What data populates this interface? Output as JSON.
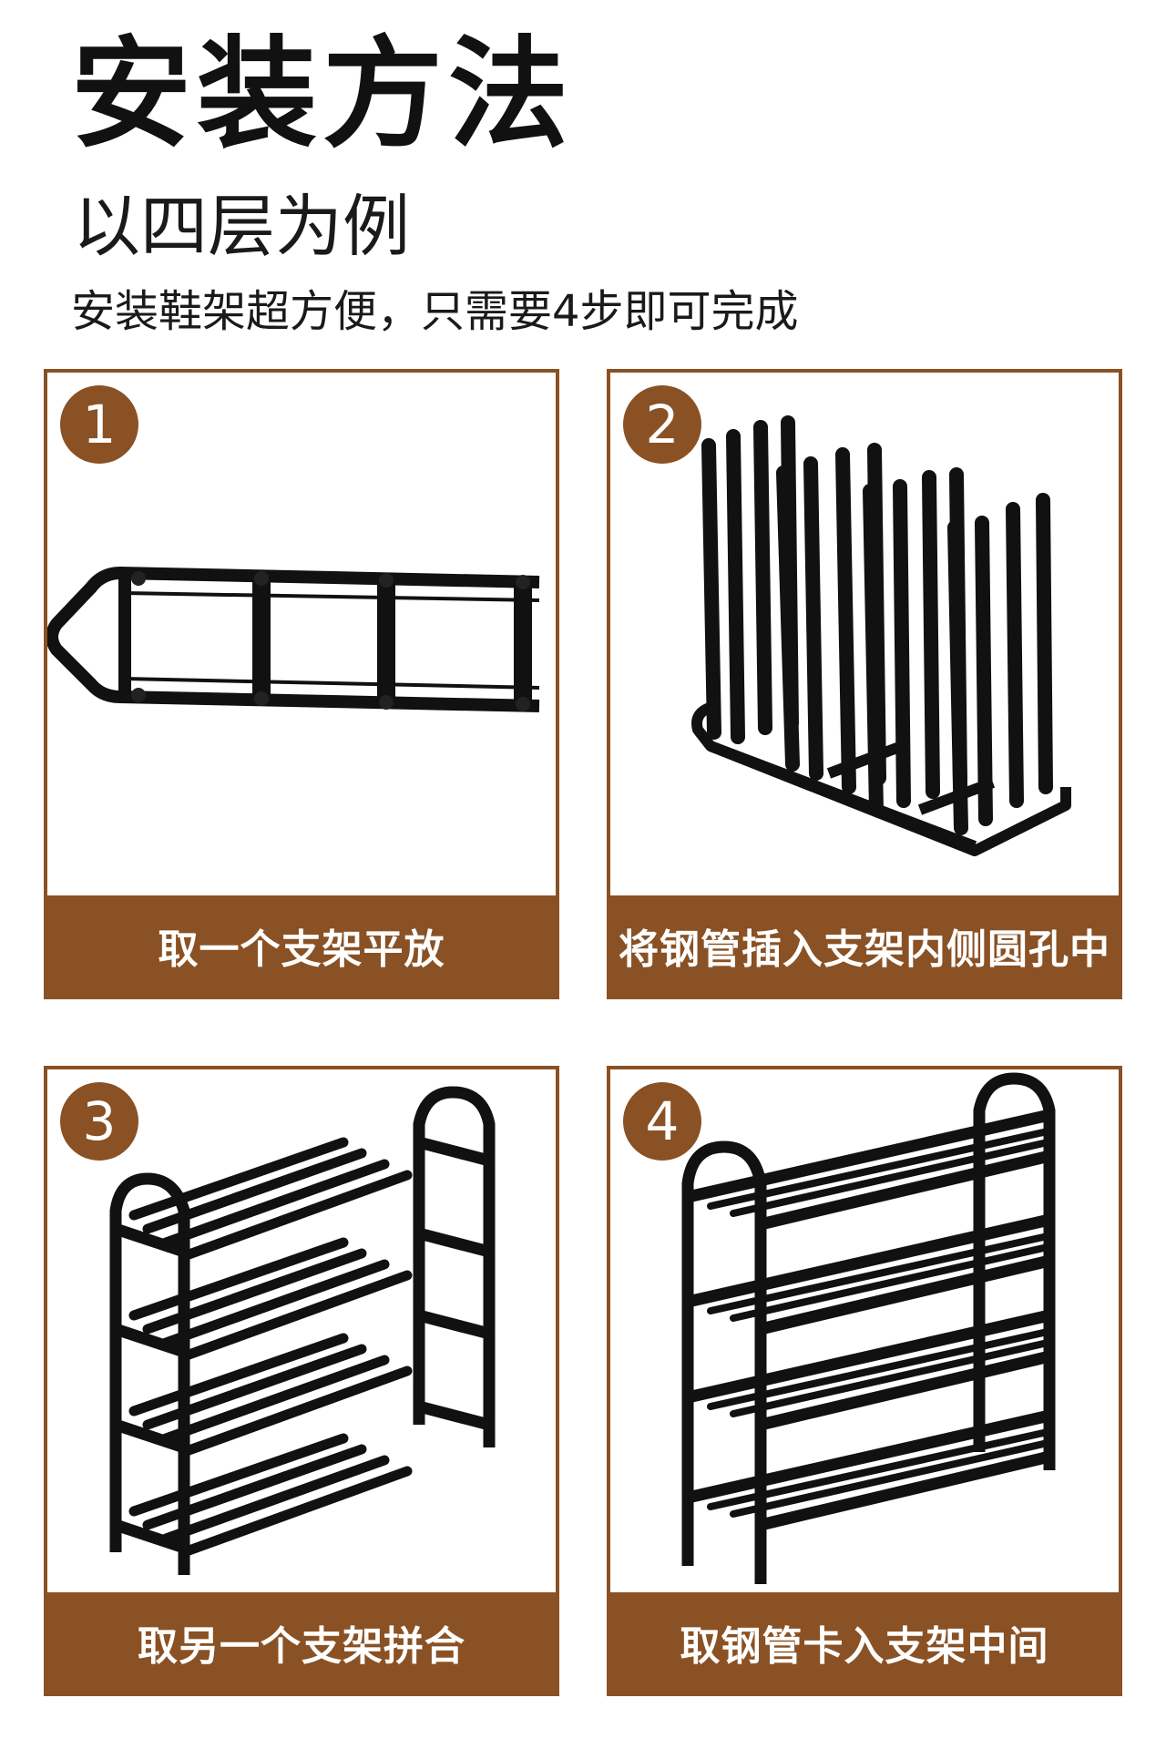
{
  "header": {
    "title": "安装方法",
    "subtitle": "以四层为例",
    "description": "安装鞋架超方便，只需要4步即可完成"
  },
  "steps": [
    {
      "number": "1",
      "caption": "取一个支架平放"
    },
    {
      "number": "2",
      "caption": "将钢管插入支架内侧圆孔中"
    },
    {
      "number": "3",
      "caption": "取另一个支架拼合"
    },
    {
      "number": "4",
      "caption": "取钢管卡入支架中间"
    }
  ],
  "colors": {
    "accent": "#8a5124",
    "ink": "#111111"
  }
}
